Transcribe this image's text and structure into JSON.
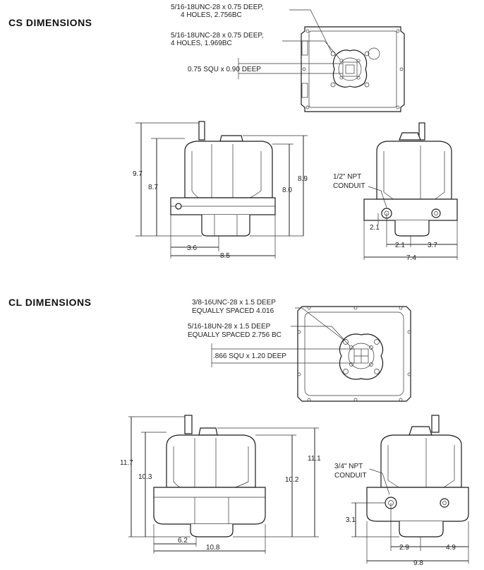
{
  "cs": {
    "title": "CS DIMENSIONS",
    "top_view": {
      "callout_1_line1": "5/16-18UNC-28 x 0.75 DEEP,",
      "callout_1_line2": "4 HOLES, 2.756BC",
      "callout_2_line1": "5/16-18UNC-28 x 0.75 DEEP,",
      "callout_2_line2": "4 HOLES, 1.969BC",
      "callout_3": "0.75 SQU x 0.90 DEEP"
    },
    "front_view": {
      "dim_9_7": "9.7",
      "dim_8_7": "8.7",
      "dim_8_0": "8.0",
      "dim_8_9": "8.9",
      "dim_3_6": "3.6",
      "dim_8_5": "8.5"
    },
    "side_view": {
      "conduit_line1": "1/2\" NPT",
      "conduit_line2": "CONDUIT",
      "dim_2_1_vert": "2.1",
      "dim_2_1_horiz": "2.1",
      "dim_3_7": "3.7",
      "dim_7_4": "7.4"
    }
  },
  "cl": {
    "title": "CL DIMENSIONS",
    "top_view": {
      "callout_1_line1": "3/8-16UNC-28 x 1.5 DEEP",
      "callout_1_line2": "EQUALLY SPACED 4.016",
      "callout_2_line1": "5/16-18UN-28 x 1.5 DEEP",
      "callout_2_line2": "EQUALLY SPACED 2.756 BC",
      "callout_3": ".866 SQU x 1.20 DEEP"
    },
    "front_view": {
      "dim_11_7": "11.7",
      "dim_10_3": "10.3",
      "dim_10_2": "10.2",
      "dim_11_1": "11.1",
      "dim_6_2": "6.2",
      "dim_10_8": "10.8"
    },
    "side_view": {
      "conduit_line1": "3/4\" NPT",
      "conduit_line2": "CONDUIT",
      "dim_3_1": "3.1",
      "dim_2_9": "2.9",
      "dim_4_9": "4.9",
      "dim_9_8": "9.8"
    }
  }
}
